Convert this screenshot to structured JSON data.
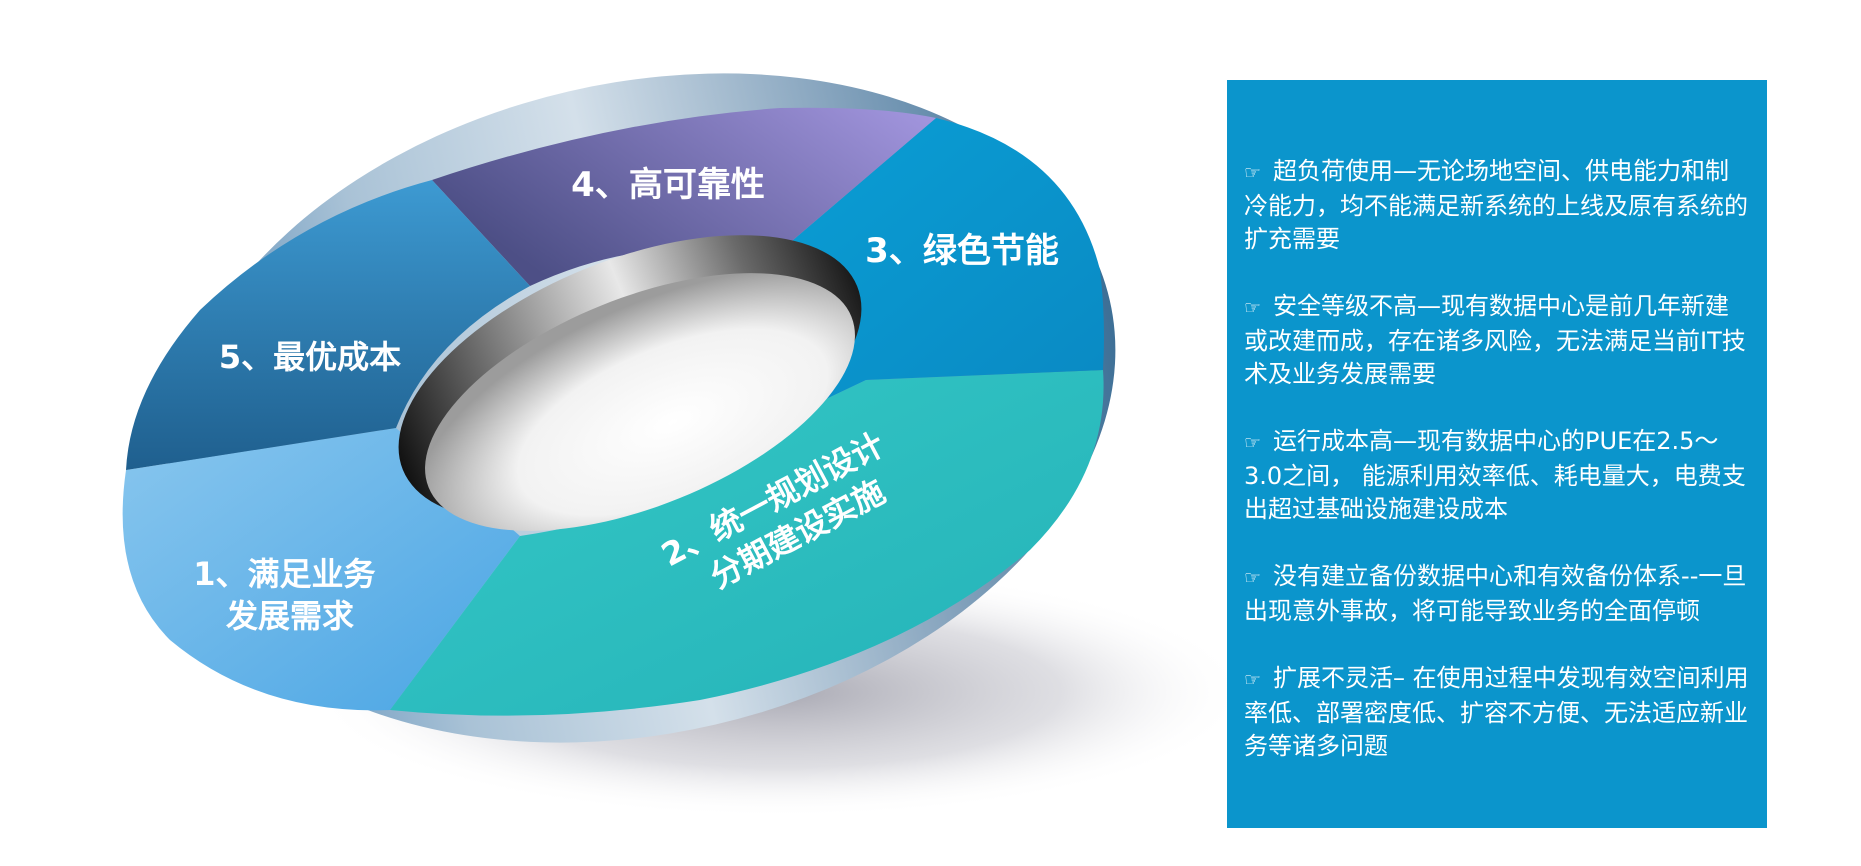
{
  "diagram": {
    "segments": [
      {
        "id": "seg1",
        "lines": [
          "1、满足业务",
          "发展需求"
        ]
      },
      {
        "id": "seg2",
        "lines": [
          "2、统一规划设计",
          "分期建设实施"
        ]
      },
      {
        "id": "seg3",
        "lines": [
          "3、绿色节能"
        ]
      },
      {
        "id": "seg4",
        "lines": [
          "4、高可靠性"
        ]
      },
      {
        "id": "seg5",
        "lines": [
          "5、最优成本"
        ]
      }
    ],
    "colors": {
      "seg1": "#6fb8ea",
      "seg2": "#2fc0c2",
      "seg3": "#0897cf",
      "seg4": "#7a6fb8",
      "seg5": "#2a6fa5",
      "panel": "#0b95cc"
    }
  },
  "panel": {
    "bullet_icon": "pointing-hand-icon",
    "bullet_glyph": "☞",
    "items": [
      {
        "text": "超负荷使用—无论场地空间、供电能力和制冷能力，均不能满足新系统的上线及原有系统的扩充需要"
      },
      {
        "text": "安全等级不高—现有数据中心是前几年新建或改建而成，存在诸多风险，无法满足当前IT技术及业务发展需要"
      },
      {
        "text": "运行成本高—现有数据中心的PUE在2.5～3.0之间， 能源利用效率低、耗电量大，电费支出超过基础设施建设成本"
      },
      {
        "text": "没有建立备份数据中心和有效备份体系--一旦出现意外事故，将可能导致业务的全面停顿"
      },
      {
        "text": "扩展不灵活– 在使用过程中发现有效空间利用率低、部署密度低、扩容不方便、无法适应新业务等诸多问题"
      }
    ]
  }
}
